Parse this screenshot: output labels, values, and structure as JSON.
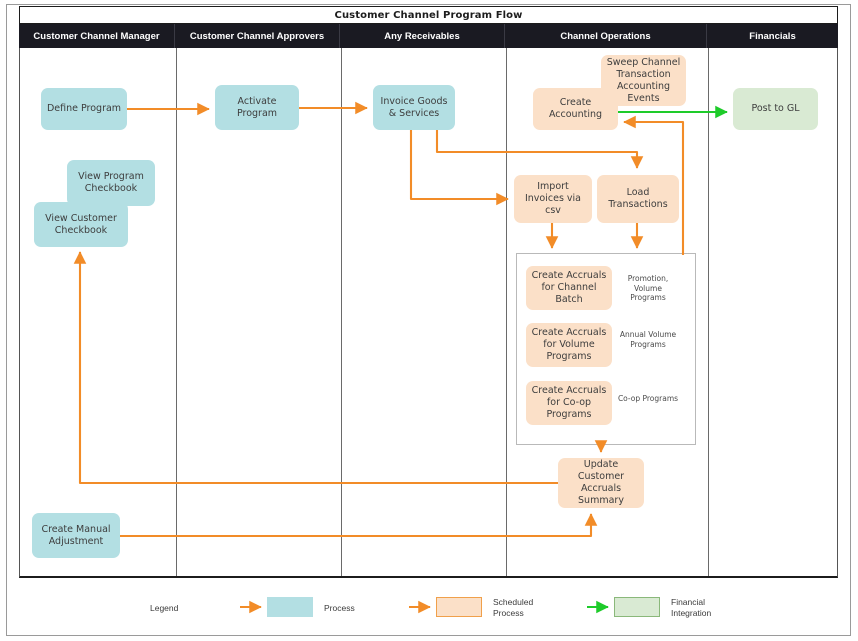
{
  "diagram": {
    "title": "Customer Channel Program Flow",
    "lanes": [
      {
        "id": "manager",
        "label": "Customer Channel Manager"
      },
      {
        "id": "approvers",
        "label": "Customer Channel Approvers"
      },
      {
        "id": "receivables",
        "label": "Any Receivables"
      },
      {
        "id": "operations",
        "label": "Channel Operations"
      },
      {
        "id": "financials",
        "label": "Financials"
      }
    ],
    "nodes": [
      {
        "id": "define-program",
        "label": "Define Program",
        "type": "process",
        "lane": "manager"
      },
      {
        "id": "view-program-checkbook",
        "label": "View Program Checkbook",
        "type": "process",
        "lane": "manager"
      },
      {
        "id": "view-customer-checkbook",
        "label": "View Customer Checkbook",
        "type": "process",
        "lane": "manager"
      },
      {
        "id": "create-manual-adjustment",
        "label": "Create Manual Adjustment",
        "type": "process",
        "lane": "manager"
      },
      {
        "id": "activate-program",
        "label": "Activate Program",
        "type": "process",
        "lane": "approvers"
      },
      {
        "id": "invoice-goods-services",
        "label": "Invoice Goods & Services",
        "type": "process",
        "lane": "receivables"
      },
      {
        "id": "create-accounting",
        "label": "Create Accounting",
        "type": "scheduled",
        "lane": "operations"
      },
      {
        "id": "sweep-channel-transaction",
        "label": "Sweep Channel Transaction Accounting Events",
        "type": "scheduled",
        "lane": "operations"
      },
      {
        "id": "import-invoices-csv",
        "label": "Import Invoices via csv",
        "type": "scheduled",
        "lane": "operations"
      },
      {
        "id": "load-transactions",
        "label": "Load Transactions",
        "type": "scheduled",
        "lane": "operations"
      },
      {
        "id": "create-accruals-channel-batch",
        "label": "Create Accruals for Channel Batch",
        "type": "scheduled",
        "lane": "operations"
      },
      {
        "id": "create-accruals-volume-programs",
        "label": "Create Accruals for Volume Programs",
        "type": "scheduled",
        "lane": "operations"
      },
      {
        "id": "create-accruals-coop-programs",
        "label": "Create Accruals for Co-op Programs",
        "type": "scheduled",
        "lane": "operations"
      },
      {
        "id": "update-customer-accruals-summary",
        "label": "Update Customer Accruals Summary",
        "type": "scheduled",
        "lane": "operations"
      },
      {
        "id": "post-to-gl",
        "label": "Post to GL",
        "type": "financial",
        "lane": "financials"
      }
    ],
    "annotations": [
      {
        "id": "note-channel-batch",
        "text": "Promotion, Volume Programs"
      },
      {
        "id": "note-volume-programs",
        "text": "Annual Volume Programs"
      },
      {
        "id": "note-coop-programs",
        "text": "Co-op Programs"
      }
    ],
    "legend": {
      "title": "Legend",
      "items": [
        {
          "id": "legend-process",
          "label": "Process",
          "swatch": "#b3dfe3",
          "border": "#b3dfe3",
          "arrow": "#f28c28"
        },
        {
          "id": "legend-scheduled-process",
          "label": "Scheduled Process",
          "swatch": "#fbe0c8",
          "border": "#f0a04b",
          "arrow": "#f28c28"
        },
        {
          "id": "legend-financial-integration",
          "label": "Financial Integration",
          "swatch": "#d9ead3",
          "border": "#8ab87a",
          "arrow": "#1ecb2a"
        }
      ]
    },
    "colors": {
      "process": "#b3dfe3",
      "scheduled": "#fbe0c8",
      "financial": "#d9ead3",
      "flow_arrow": "#f28c28",
      "financial_arrow": "#1ecb2a",
      "header_bg": "#1a1a22",
      "header_text": "#ffffff",
      "lane_divider": "#6a6a6a",
      "text": "#3d3d3d"
    }
  }
}
